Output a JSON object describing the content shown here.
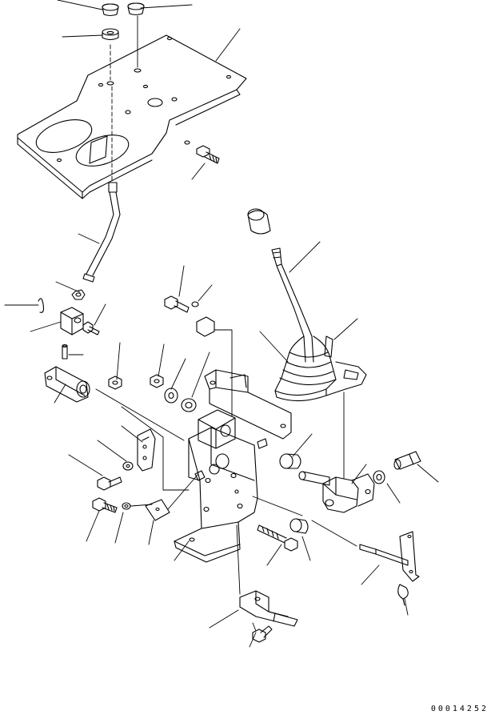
{
  "drawing_number": "00014252",
  "colors": {
    "line": "#000000",
    "background": "#ffffff"
  },
  "parts": [
    "knob-cap-left",
    "knob-cap-right",
    "grommet",
    "floor-plate",
    "plate-bolt",
    "shift-knob",
    "shift-lever",
    "lever-boot",
    "lower-rod",
    "rod-nut",
    "rod-clip",
    "lever-holder",
    "holder-bolt",
    "pin",
    "lower-pivot",
    "mounting-bracket",
    "upper-support",
    "lever-block",
    "spacer-collar",
    "joint-pin",
    "long-bolt",
    "base-plate",
    "base-bolt",
    "linkage-rod",
    "cotter-pin"
  ]
}
